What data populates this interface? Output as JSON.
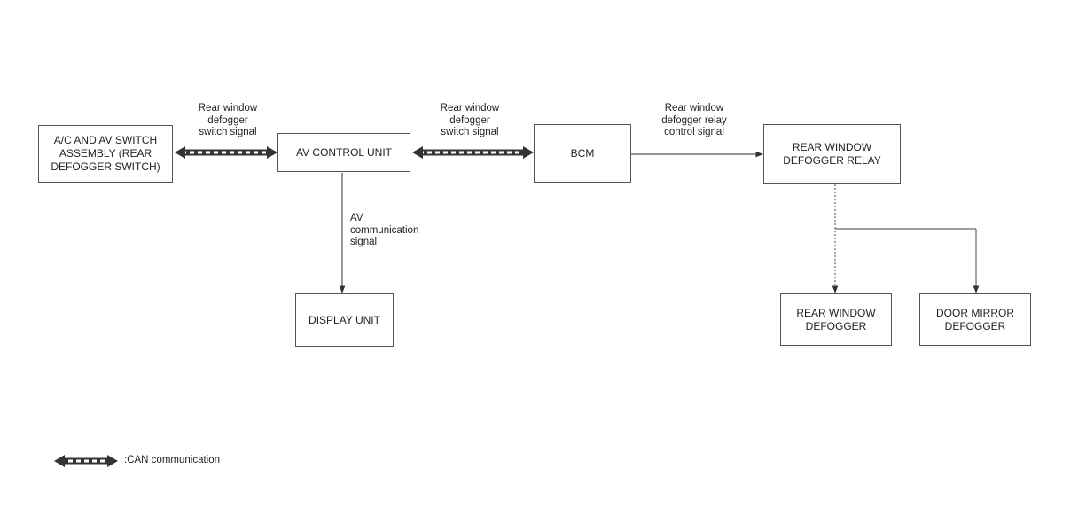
{
  "blocks": {
    "ac_switch": "A/C AND AV SWITCH\nASSEMBLY (REAR\nDEFOGGER SWITCH)",
    "av_control": "AV CONTROL UNIT",
    "bcm": "BCM",
    "relay": "REAR WINDOW\nDEFOGGER RELAY",
    "display": "DISPLAY UNIT",
    "rw_defogger": "REAR WINDOW\nDEFOGGER",
    "mirror_defogger": "DOOR MIRROR\nDEFOGGER"
  },
  "signals": {
    "s1": "Rear window\ndefogger\nswitch signal",
    "s2": "Rear window\ndefogger\nswitch signal",
    "s3": "Rear window\ndefogger relay\ncontrol signal",
    "s4": "AV\ncommunication\nsignal"
  },
  "legend": {
    "label": ":CAN communication"
  }
}
